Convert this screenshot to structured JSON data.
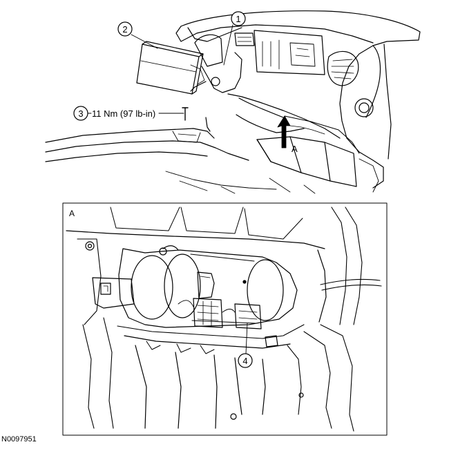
{
  "callouts": [
    {
      "num": "1"
    },
    {
      "num": "2"
    },
    {
      "num": "3",
      "spec": "11 Nm (97 lb-in)"
    },
    {
      "num": "4"
    }
  ],
  "view_label": "A",
  "detail_label": "A",
  "figure_id": "N0097951"
}
